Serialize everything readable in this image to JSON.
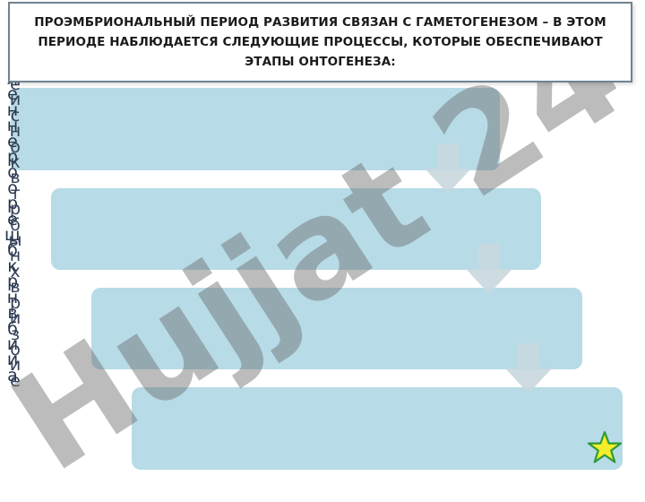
{
  "slide": {
    "title": "ПРОЭМБРИОНАЛЬНЫЙ ПЕРИОД РАЗВИТИЯ СВЯЗАН С ГАМЕТОГЕНЕЗОМ – В ЭТОМ ПЕРИОДЕ НАБЛЮДАЕТСЯ СЛЕДУЮЩИЕ ПРОЦЕССЫ, КОТОРЫЕ ОБЕСПЕЧИВАЮТ ЭТАПЫ ОНТОГЕНЕЗА:",
    "vertical_text_a": "л\nе\nн\nн\nе\nр\nо\nо\nр\nе\nщ\nб\nк\nр\nн\nв\nб\nи\nи\nа",
    "vertical_text_b": "е\nи\nс\nн\nо\nк\nв\nт\nр\nб\nы\nн\nх\nв\nр\nи\nз\nо\nи\nе",
    "watermark": "Hujjat 24",
    "accent_color": "#b7dbe7",
    "star_color": "#f4ee2a"
  },
  "steps": [
    {
      "name": "step-1",
      "label": ""
    },
    {
      "name": "step-2",
      "label": ""
    },
    {
      "name": "step-3",
      "label": ""
    },
    {
      "name": "step-4",
      "label": ""
    }
  ],
  "icons": {
    "star": "star-icon",
    "arrow": "down-arrow-icon"
  }
}
